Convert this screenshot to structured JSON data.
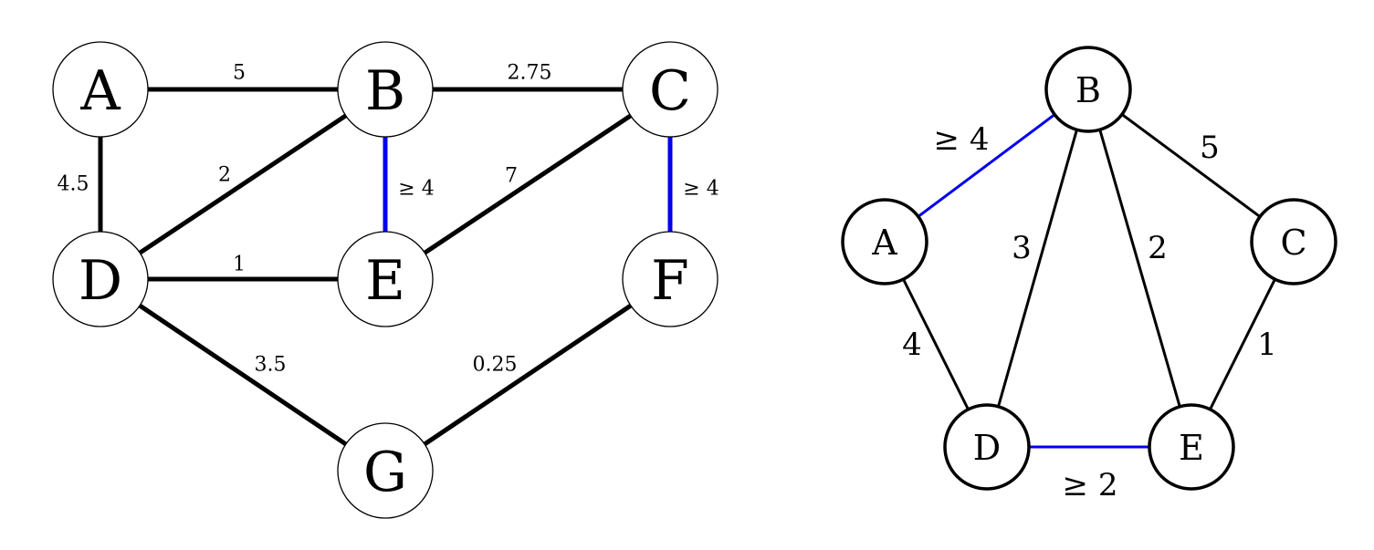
{
  "colors": {
    "normal_edge": "#000000",
    "highlight_edge": "#0000ee",
    "node_fill": "#ffffff",
    "node_stroke": "#000000"
  },
  "graphs": [
    {
      "id": "left",
      "nodes": [
        {
          "id": "A",
          "label": "A"
        },
        {
          "id": "B",
          "label": "B"
        },
        {
          "id": "C",
          "label": "C"
        },
        {
          "id": "D",
          "label": "D"
        },
        {
          "id": "E",
          "label": "E"
        },
        {
          "id": "F",
          "label": "F"
        },
        {
          "id": "G",
          "label": "G"
        }
      ],
      "edges": [
        {
          "from": "A",
          "to": "B",
          "label": "5",
          "highlight": false
        },
        {
          "from": "B",
          "to": "C",
          "label": "2.75",
          "highlight": false
        },
        {
          "from": "A",
          "to": "D",
          "label": "4.5",
          "highlight": false
        },
        {
          "from": "B",
          "to": "D",
          "label": "2",
          "highlight": false
        },
        {
          "from": "B",
          "to": "E",
          "label": "≥ 4",
          "highlight": true
        },
        {
          "from": "C",
          "to": "E",
          "label": "7",
          "highlight": false
        },
        {
          "from": "C",
          "to": "F",
          "label": "≥ 4",
          "highlight": true
        },
        {
          "from": "D",
          "to": "E",
          "label": "1",
          "highlight": false
        },
        {
          "from": "D",
          "to": "G",
          "label": "3.5",
          "highlight": false
        },
        {
          "from": "F",
          "to": "G",
          "label": "0.25",
          "highlight": false
        }
      ]
    },
    {
      "id": "right",
      "nodes": [
        {
          "id": "A",
          "label": "A"
        },
        {
          "id": "B",
          "label": "B"
        },
        {
          "id": "C",
          "label": "C"
        },
        {
          "id": "D",
          "label": "D"
        },
        {
          "id": "E",
          "label": "E"
        }
      ],
      "edges": [
        {
          "from": "A",
          "to": "B",
          "label": "≥ 4",
          "highlight": true
        },
        {
          "from": "B",
          "to": "C",
          "label": "5",
          "highlight": false
        },
        {
          "from": "B",
          "to": "D",
          "label": "3",
          "highlight": false
        },
        {
          "from": "B",
          "to": "E",
          "label": "2",
          "highlight": false
        },
        {
          "from": "A",
          "to": "D",
          "label": "4",
          "highlight": false
        },
        {
          "from": "C",
          "to": "E",
          "label": "1",
          "highlight": false
        },
        {
          "from": "D",
          "to": "E",
          "label": "≥ 2",
          "highlight": true
        }
      ]
    }
  ]
}
